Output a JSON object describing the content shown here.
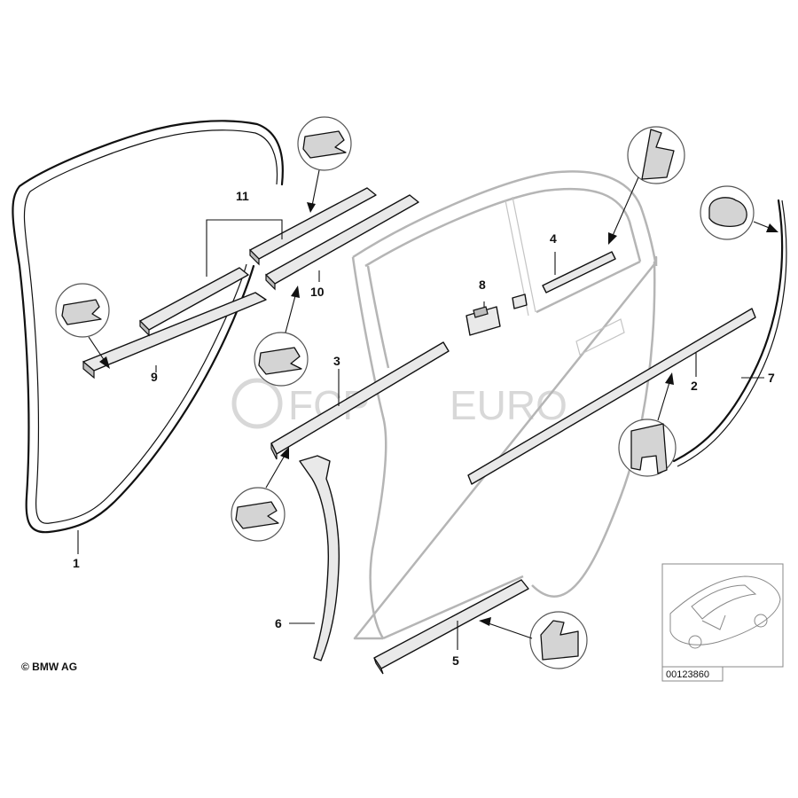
{
  "callouts": {
    "c1": "1",
    "c2": "2",
    "c3": "3",
    "c4_top": "4",
    "c4_bottom": "5",
    "c6": "6",
    "c7": "7",
    "c8": "8",
    "c9": "9",
    "c10": "10",
    "c11": "11"
  },
  "watermark": {
    "brand_a": "FCP",
    "brand_b": "EURO"
  },
  "copyright": "© BMW AG",
  "reference_number": "00123860",
  "colors": {
    "line": "#111111",
    "door_outline": "#b5b5b5",
    "watermark": "#d8d8d8"
  }
}
